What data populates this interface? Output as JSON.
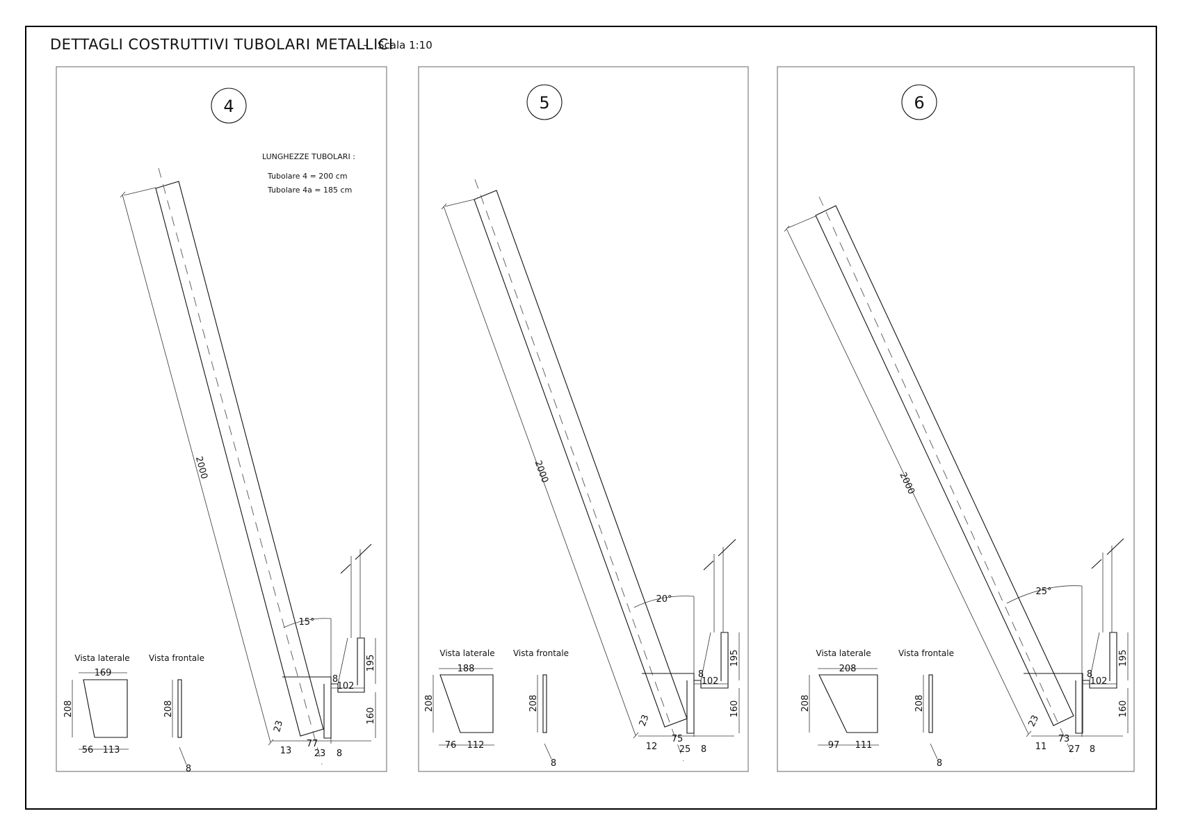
{
  "sheet": {
    "title": "DETTAGLI COSTRUTTIVI TUBOLARI METALLICI",
    "scale_prefix": "–",
    "scale": "Scala 1:10"
  },
  "note": {
    "heading": "LUNGHEZZE TUBOLARI :",
    "lines": [
      "Tubolare 4 = 200 cm",
      "Tubolare 4a = 185 cm"
    ]
  },
  "panels": [
    {
      "number": "4",
      "angle": "15°",
      "length": "2000",
      "dims": {
        "top23": "23",
        "d13": "13",
        "d77": "77",
        "d23b": "23",
        "d8a": "8",
        "d8b": "8",
        "d102": "102",
        "d195": "195",
        "d160": "160"
      },
      "side_view": {
        "label": "Vista laterale",
        "top": "169",
        "height": "208",
        "bottom_left": "56",
        "bottom_right": "113"
      },
      "front_view": {
        "label": "Vista frontale",
        "height": "208",
        "thickness": "8"
      }
    },
    {
      "number": "5",
      "angle": "20°",
      "length": "2000",
      "dims": {
        "top23": "23",
        "d13": "12",
        "d77": "75",
        "d23b": "25",
        "d8a": "8",
        "d8b": "8",
        "d102": "102",
        "d195": "195",
        "d160": "160"
      },
      "side_view": {
        "label": "Vista laterale",
        "top": "188",
        "height": "208",
        "bottom_left": "76",
        "bottom_right": "112"
      },
      "front_view": {
        "label": "Vista frontale",
        "height": "208",
        "thickness": "8"
      }
    },
    {
      "number": "6",
      "angle": "25°",
      "length": "2000",
      "dims": {
        "top23": "23",
        "d13": "11",
        "d77": "73",
        "d23b": "27",
        "d8a": "8",
        "d8b": "8",
        "d102": "102",
        "d195": "195",
        "d160": "160"
      },
      "side_view": {
        "label": "Vista laterale",
        "top": "208",
        "height": "208",
        "bottom_left": "97",
        "bottom_right": "111"
      },
      "front_view": {
        "label": "Vista frontale",
        "height": "208",
        "thickness": "8"
      }
    }
  ]
}
